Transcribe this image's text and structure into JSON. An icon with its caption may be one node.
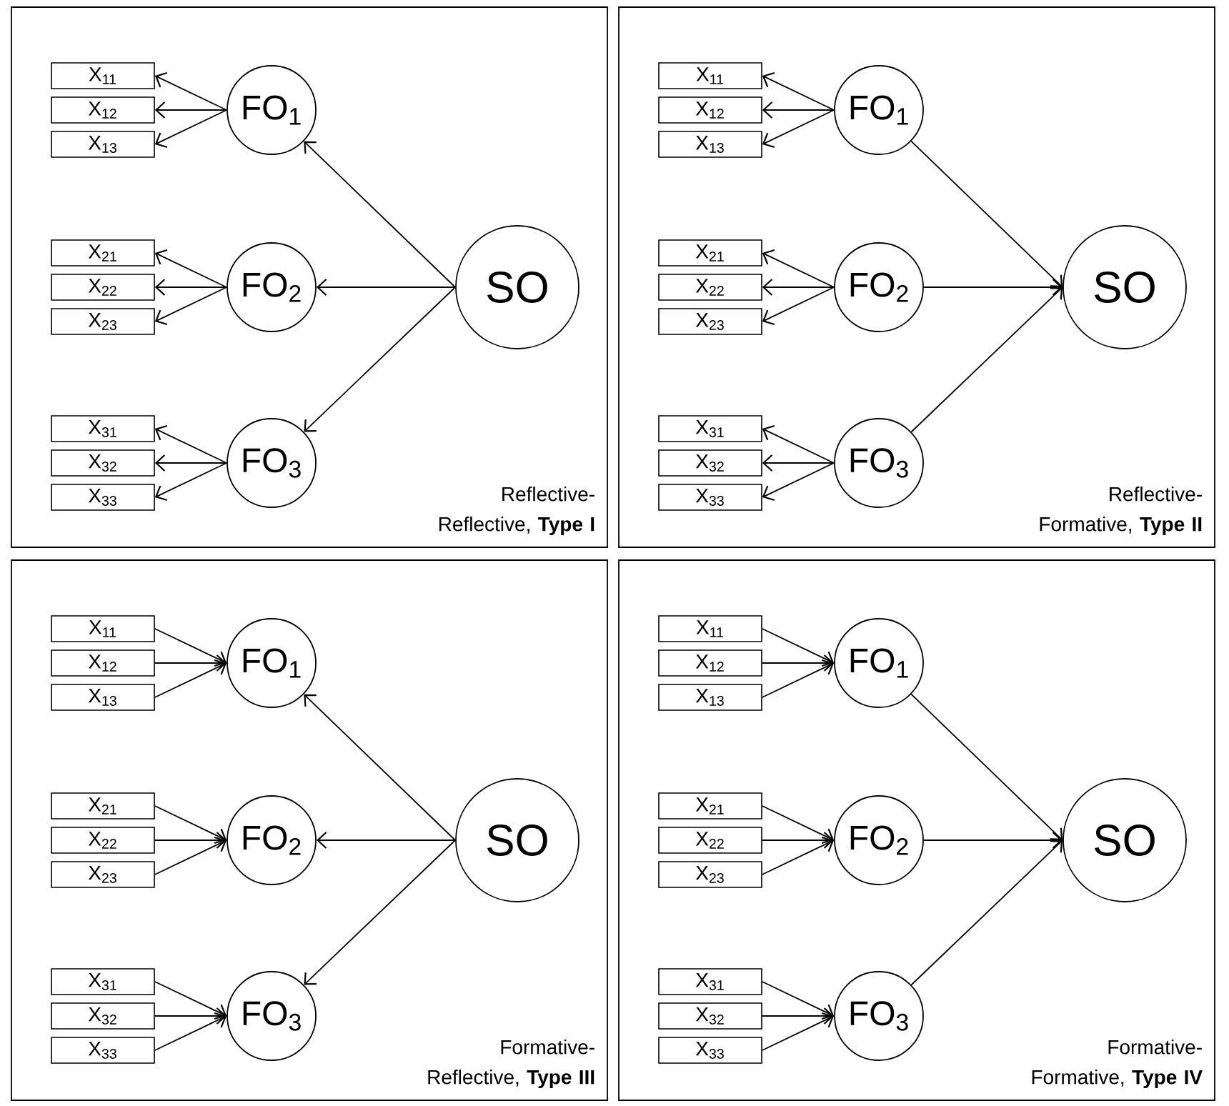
{
  "diagram": {
    "nodes": [
      {
        "text": [
          "Reflective-Reflective, **Type I**"
        ]
      },
      {
        "text": [
          "X$_{11}$"
        ],
        "in": 0
      },
      {
        "text": [
          "X$_{12}$"
        ],
        "in": 0
      },
      {
        "text": [
          "X$_{13}$"
        ],
        "in": 0
      },
      {
        "text": [
          "X$_{21}$"
        ],
        "in": 0
      },
      {
        "text": [
          "X$_{22}$"
        ],
        "in": 0
      },
      {
        "text": [
          "X$_{23}$"
        ],
        "in": 0
      },
      {
        "text": [
          "X$_{31}$"
        ],
        "in": 0
      },
      {
        "text": [
          "X$_{32}$"
        ],
        "in": 0
      },
      {
        "text": [
          "X$_{33}$"
        ],
        "in": 0
      },
      {
        "text": [
          "FO$_{1}$"
        ],
        "in": 0
      },
      {
        "text": [
          "FO$_{2}$"
        ],
        "in": 0
      },
      {
        "text": [
          "FO$_{3}$"
        ],
        "in": 0
      },
      {
        "text": [
          "SO"
        ],
        "in": 0
      },
      {
        "text": [
          "Reflective-Formative, **Type II**"
        ]
      },
      {
        "text": [
          "X$_{11}$"
        ],
        "in": 14
      },
      {
        "text": [
          "X$_{12}$"
        ],
        "in": 14
      },
      {
        "text": [
          "X$_{13}$"
        ],
        "in": 14
      },
      {
        "text": [
          "X$_{21}$"
        ],
        "in": 14
      },
      {
        "text": [
          "X$_{22}$"
        ],
        "in": 14
      },
      {
        "text": [
          "X$_{23}$"
        ],
        "in": 14
      },
      {
        "text": [
          "X$_{31}$"
        ],
        "in": 14
      },
      {
        "text": [
          "X$_{32}$"
        ],
        "in": 14
      },
      {
        "text": [
          "X$_{33}$"
        ],
        "in": 14
      },
      {
        "text": [
          "FO$_{1}$"
        ],
        "in": 14
      },
      {
        "text": [
          "FO$_{2}$"
        ],
        "in": 14
      },
      {
        "text": [
          "FO$_{3}$"
        ],
        "in": 14
      },
      {
        "text": [
          "SO"
        ],
        "in": 14
      },
      {
        "text": [
          "Formative-Reflective, **Type III**"
        ]
      },
      {
        "text": [
          "X$_{11}$"
        ],
        "in": 28
      },
      {
        "text": [
          "X$_{12}$"
        ],
        "in": 28
      },
      {
        "text": [
          "X$_{13}$"
        ],
        "in": 28
      },
      {
        "text": [
          "X$_{21}$"
        ],
        "in": 28
      },
      {
        "text": [
          "X$_{22}$"
        ],
        "in": 28
      },
      {
        "text": [
          "X$_{23}$"
        ],
        "in": 28
      },
      {
        "text": [
          "X$_{31}$"
        ],
        "in": 28
      },
      {
        "text": [
          "X$_{32}$"
        ],
        "in": 28
      },
      {
        "text": [
          "X$_{33}$"
        ],
        "in": 28
      },
      {
        "text": [
          "FO$_{1}$"
        ],
        "in": 28
      },
      {
        "text": [
          "FO$_{2}$"
        ],
        "in": 28
      },
      {
        "text": [
          "FO$_{3}$"
        ],
        "in": 28
      },
      {
        "text": [
          "SO"
        ],
        "in": 28
      },
      {
        "text": [
          "Formative-Formative, **Type IV**"
        ]
      },
      {
        "text": [
          "X$_{11}$"
        ],
        "in": 42
      },
      {
        "text": [
          "X$_{12}$"
        ],
        "in": 42
      },
      {
        "text": [
          "X$_{13}$"
        ],
        "in": 42
      },
      {
        "text": [
          "X$_{21}$"
        ],
        "in": 42
      },
      {
        "text": [
          "X$_{22}$"
        ],
        "in": 42
      },
      {
        "text": [
          "X$_{23}$"
        ],
        "in": 42
      },
      {
        "text": [
          "X$_{31}$"
        ],
        "in": 42
      },
      {
        "text": [
          "X$_{32}$"
        ],
        "in": 42
      },
      {
        "text": [
          "X$_{33}$"
        ],
        "in": 42
      },
      {
        "text": [
          "FO$_{1}$"
        ],
        "in": 42
      },
      {
        "text": [
          "FO$_{2}$"
        ],
        "in": 42
      },
      {
        "text": [
          "FO$_{3}$"
        ],
        "in": 42
      },
      {
        "text": [
          "SO"
        ],
        "in": 42
      }
    ],
    "edges": [
      {
        "from": 10,
        "to": 1,
        "arrow": "to"
      },
      {
        "from": 10,
        "to": 2,
        "arrow": "to"
      },
      {
        "from": 10,
        "to": 3,
        "arrow": "to"
      },
      {
        "from": 11,
        "to": 4,
        "arrow": "to"
      },
      {
        "from": 11,
        "to": 5,
        "arrow": "to"
      },
      {
        "from": 11,
        "to": 6,
        "arrow": "to"
      },
      {
        "from": 12,
        "to": 7,
        "arrow": "to"
      },
      {
        "from": 12,
        "to": 8,
        "arrow": "to"
      },
      {
        "from": 12,
        "to": 9,
        "arrow": "to"
      },
      {
        "from": 13,
        "to": 10,
        "arrow": "to"
      },
      {
        "from": 13,
        "to": 11,
        "arrow": "to"
      },
      {
        "from": 13,
        "to": 12,
        "arrow": "to"
      },
      {
        "from": 24,
        "to": 15,
        "arrow": "to"
      },
      {
        "from": 24,
        "to": 16,
        "arrow": "to"
      },
      {
        "from": 24,
        "to": 17,
        "arrow": "to"
      },
      {
        "from": 25,
        "to": 18,
        "arrow": "to"
      },
      {
        "from": 25,
        "to": 19,
        "arrow": "to"
      },
      {
        "from": 25,
        "to": 20,
        "arrow": "to"
      },
      {
        "from": 26,
        "to": 21,
        "arrow": "to"
      },
      {
        "from": 26,
        "to": 22,
        "arrow": "to"
      },
      {
        "from": 26,
        "to": 23,
        "arrow": "to"
      },
      {
        "from": 24,
        "to": 27,
        "arrow": "to"
      },
      {
        "from": 25,
        "to": 27,
        "arrow": "to"
      },
      {
        "from": 26,
        "to": 27,
        "arrow": "to"
      },
      {
        "from": 29,
        "to": 38,
        "arrow": "to"
      },
      {
        "from": 30,
        "to": 38,
        "arrow": "to"
      },
      {
        "from": 31,
        "to": 38,
        "arrow": "to"
      },
      {
        "from": 32,
        "to": 39,
        "arrow": "to"
      },
      {
        "from": 33,
        "to": 39,
        "arrow": "to"
      },
      {
        "from": 34,
        "to": 39,
        "arrow": "to"
      },
      {
        "from": 35,
        "to": 40,
        "arrow": "to"
      },
      {
        "from": 36,
        "to": 40,
        "arrow": "to"
      },
      {
        "from": 37,
        "to": 40,
        "arrow": "to"
      },
      {
        "from": 41,
        "to": 38,
        "arrow": "to"
      },
      {
        "from": 41,
        "to": 39,
        "arrow": "to"
      },
      {
        "from": 41,
        "to": 40,
        "arrow": "to"
      },
      {
        "from": 43,
        "to": 52,
        "arrow": "to"
      },
      {
        "from": 44,
        "to": 52,
        "arrow": "to"
      },
      {
        "from": 45,
        "to": 52,
        "arrow": "to"
      },
      {
        "from": 46,
        "to": 53,
        "arrow": "to"
      },
      {
        "from": 47,
        "to": 53,
        "arrow": "to"
      },
      {
        "from": 48,
        "to": 53,
        "arrow": "to"
      },
      {
        "from": 49,
        "to": 54,
        "arrow": "to"
      },
      {
        "from": 50,
        "to": 54,
        "arrow": "to"
      },
      {
        "from": 51,
        "to": 54,
        "arrow": "to"
      },
      {
        "from": 52,
        "to": 55,
        "arrow": "to"
      },
      {
        "from": 53,
        "to": 55,
        "arrow": "to"
      },
      {
        "from": 54,
        "to": 55,
        "arrow": "to"
      }
    ]
  }
}
